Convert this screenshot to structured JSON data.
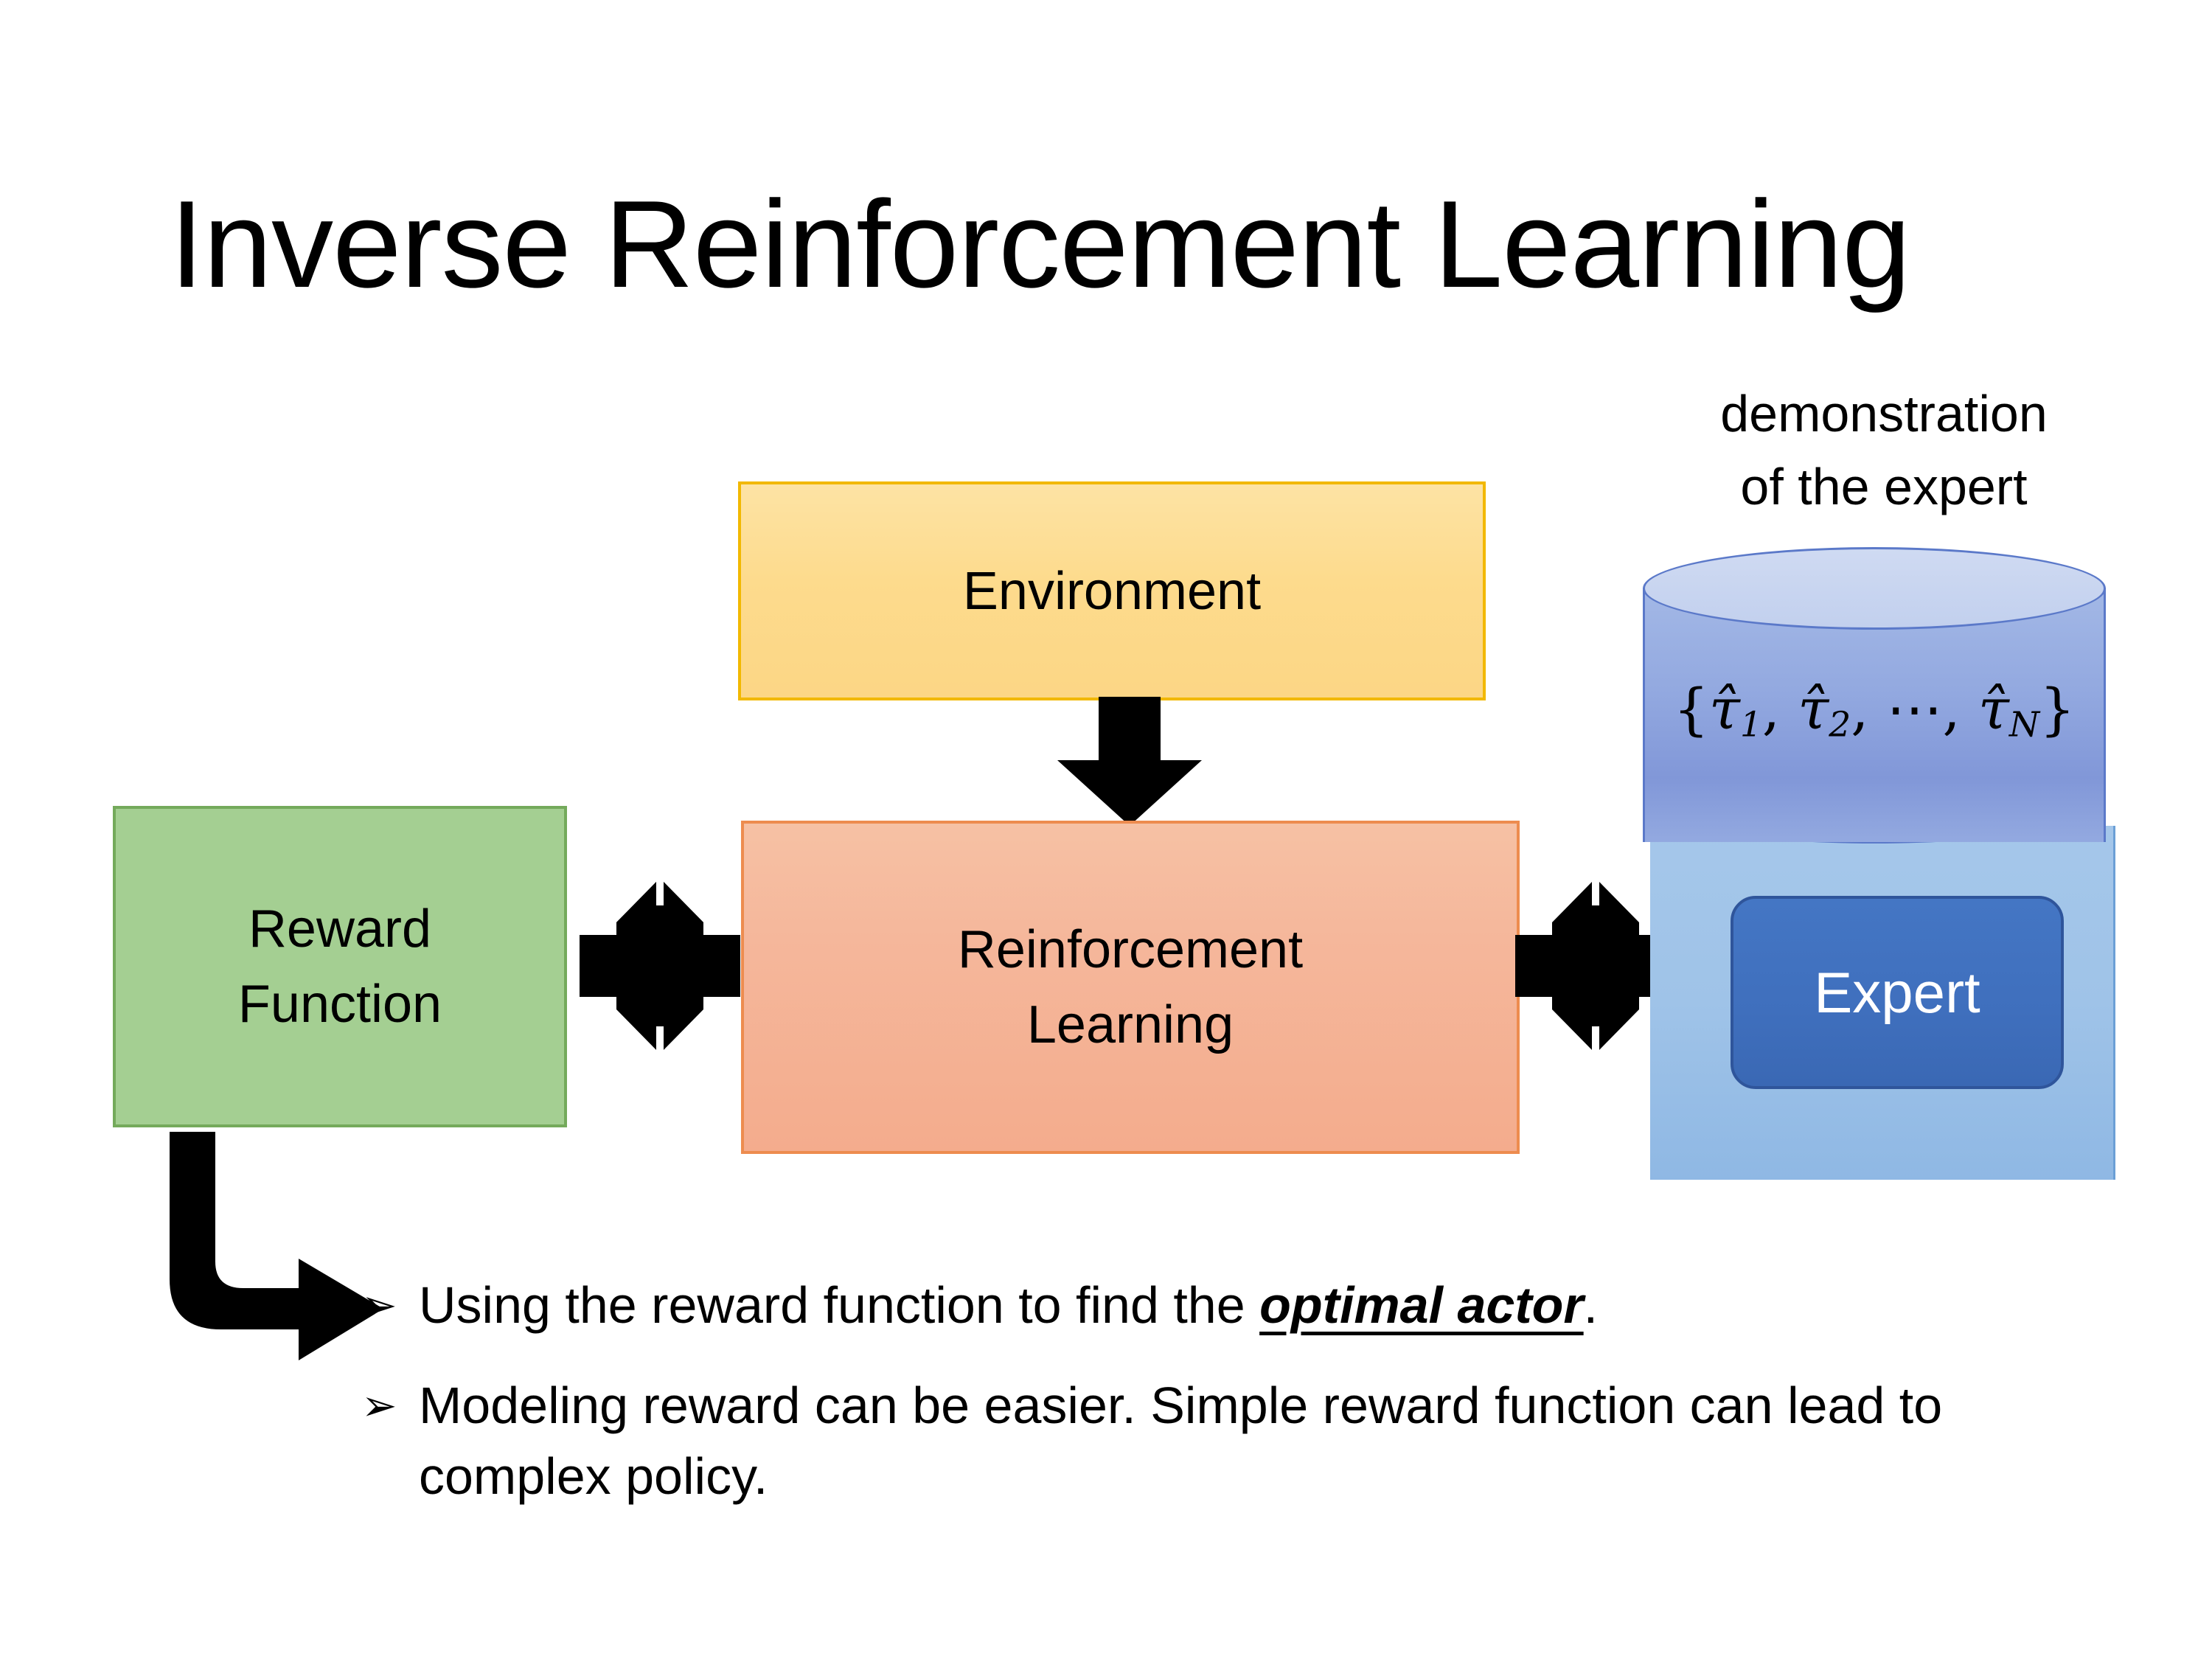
{
  "slide": {
    "title": "Inverse Reinforcement Learning",
    "background_color": "#ffffff"
  },
  "diagram": {
    "environment_box": {
      "label": "Environment",
      "fill_color": "#fcd685",
      "border_color": "#f2b800"
    },
    "reinforcement_learning_box": {
      "label_line1": "Reinforcement",
      "label_line2": "Learning",
      "fill_color": "#f4ac8d",
      "border_color": "#ed8c4f"
    },
    "reward_function_box": {
      "label_line1": "Reward",
      "label_line2": "Function",
      "fill_color": "#a4cf92",
      "border_color": "#74aa5b"
    },
    "demonstration_label": {
      "line1": "demonstration",
      "line2": "of the expert"
    },
    "trajectory_set": {
      "open_brace": "{",
      "tau1": "τ̂",
      "sub1": "1",
      "sep1": ", ",
      "tau2": "τ̂",
      "sub2": "2",
      "sep2": ", ⋯, ",
      "tauN": "τ̂",
      "subN": "N",
      "close_brace": "}",
      "fill_color": "#8197d8",
      "border_color": "#5b79c9"
    },
    "expert_box": {
      "label": "Expert",
      "fill_color": "#3f6fbd",
      "border_color": "#2f559b",
      "text_color": "#ffffff"
    },
    "expert_backing": {
      "fill_color": "#9fc3e8"
    },
    "arrows": {
      "environment_to_rl": "down-arrow",
      "reward_rl_link": "quad-arrow",
      "rl_expert_link": "quad-arrow",
      "reward_to_bullet": "bent-arrow",
      "color": "#000000"
    }
  },
  "bullets": {
    "glyph": "➢",
    "items": [
      {
        "prefix": "Using the reward function to find the ",
        "emphasis": "optimal actor",
        "suffix": "."
      },
      {
        "prefix": "Modeling reward can be easier. Simple reward function can lead to complex policy.",
        "emphasis": "",
        "suffix": ""
      }
    ]
  }
}
